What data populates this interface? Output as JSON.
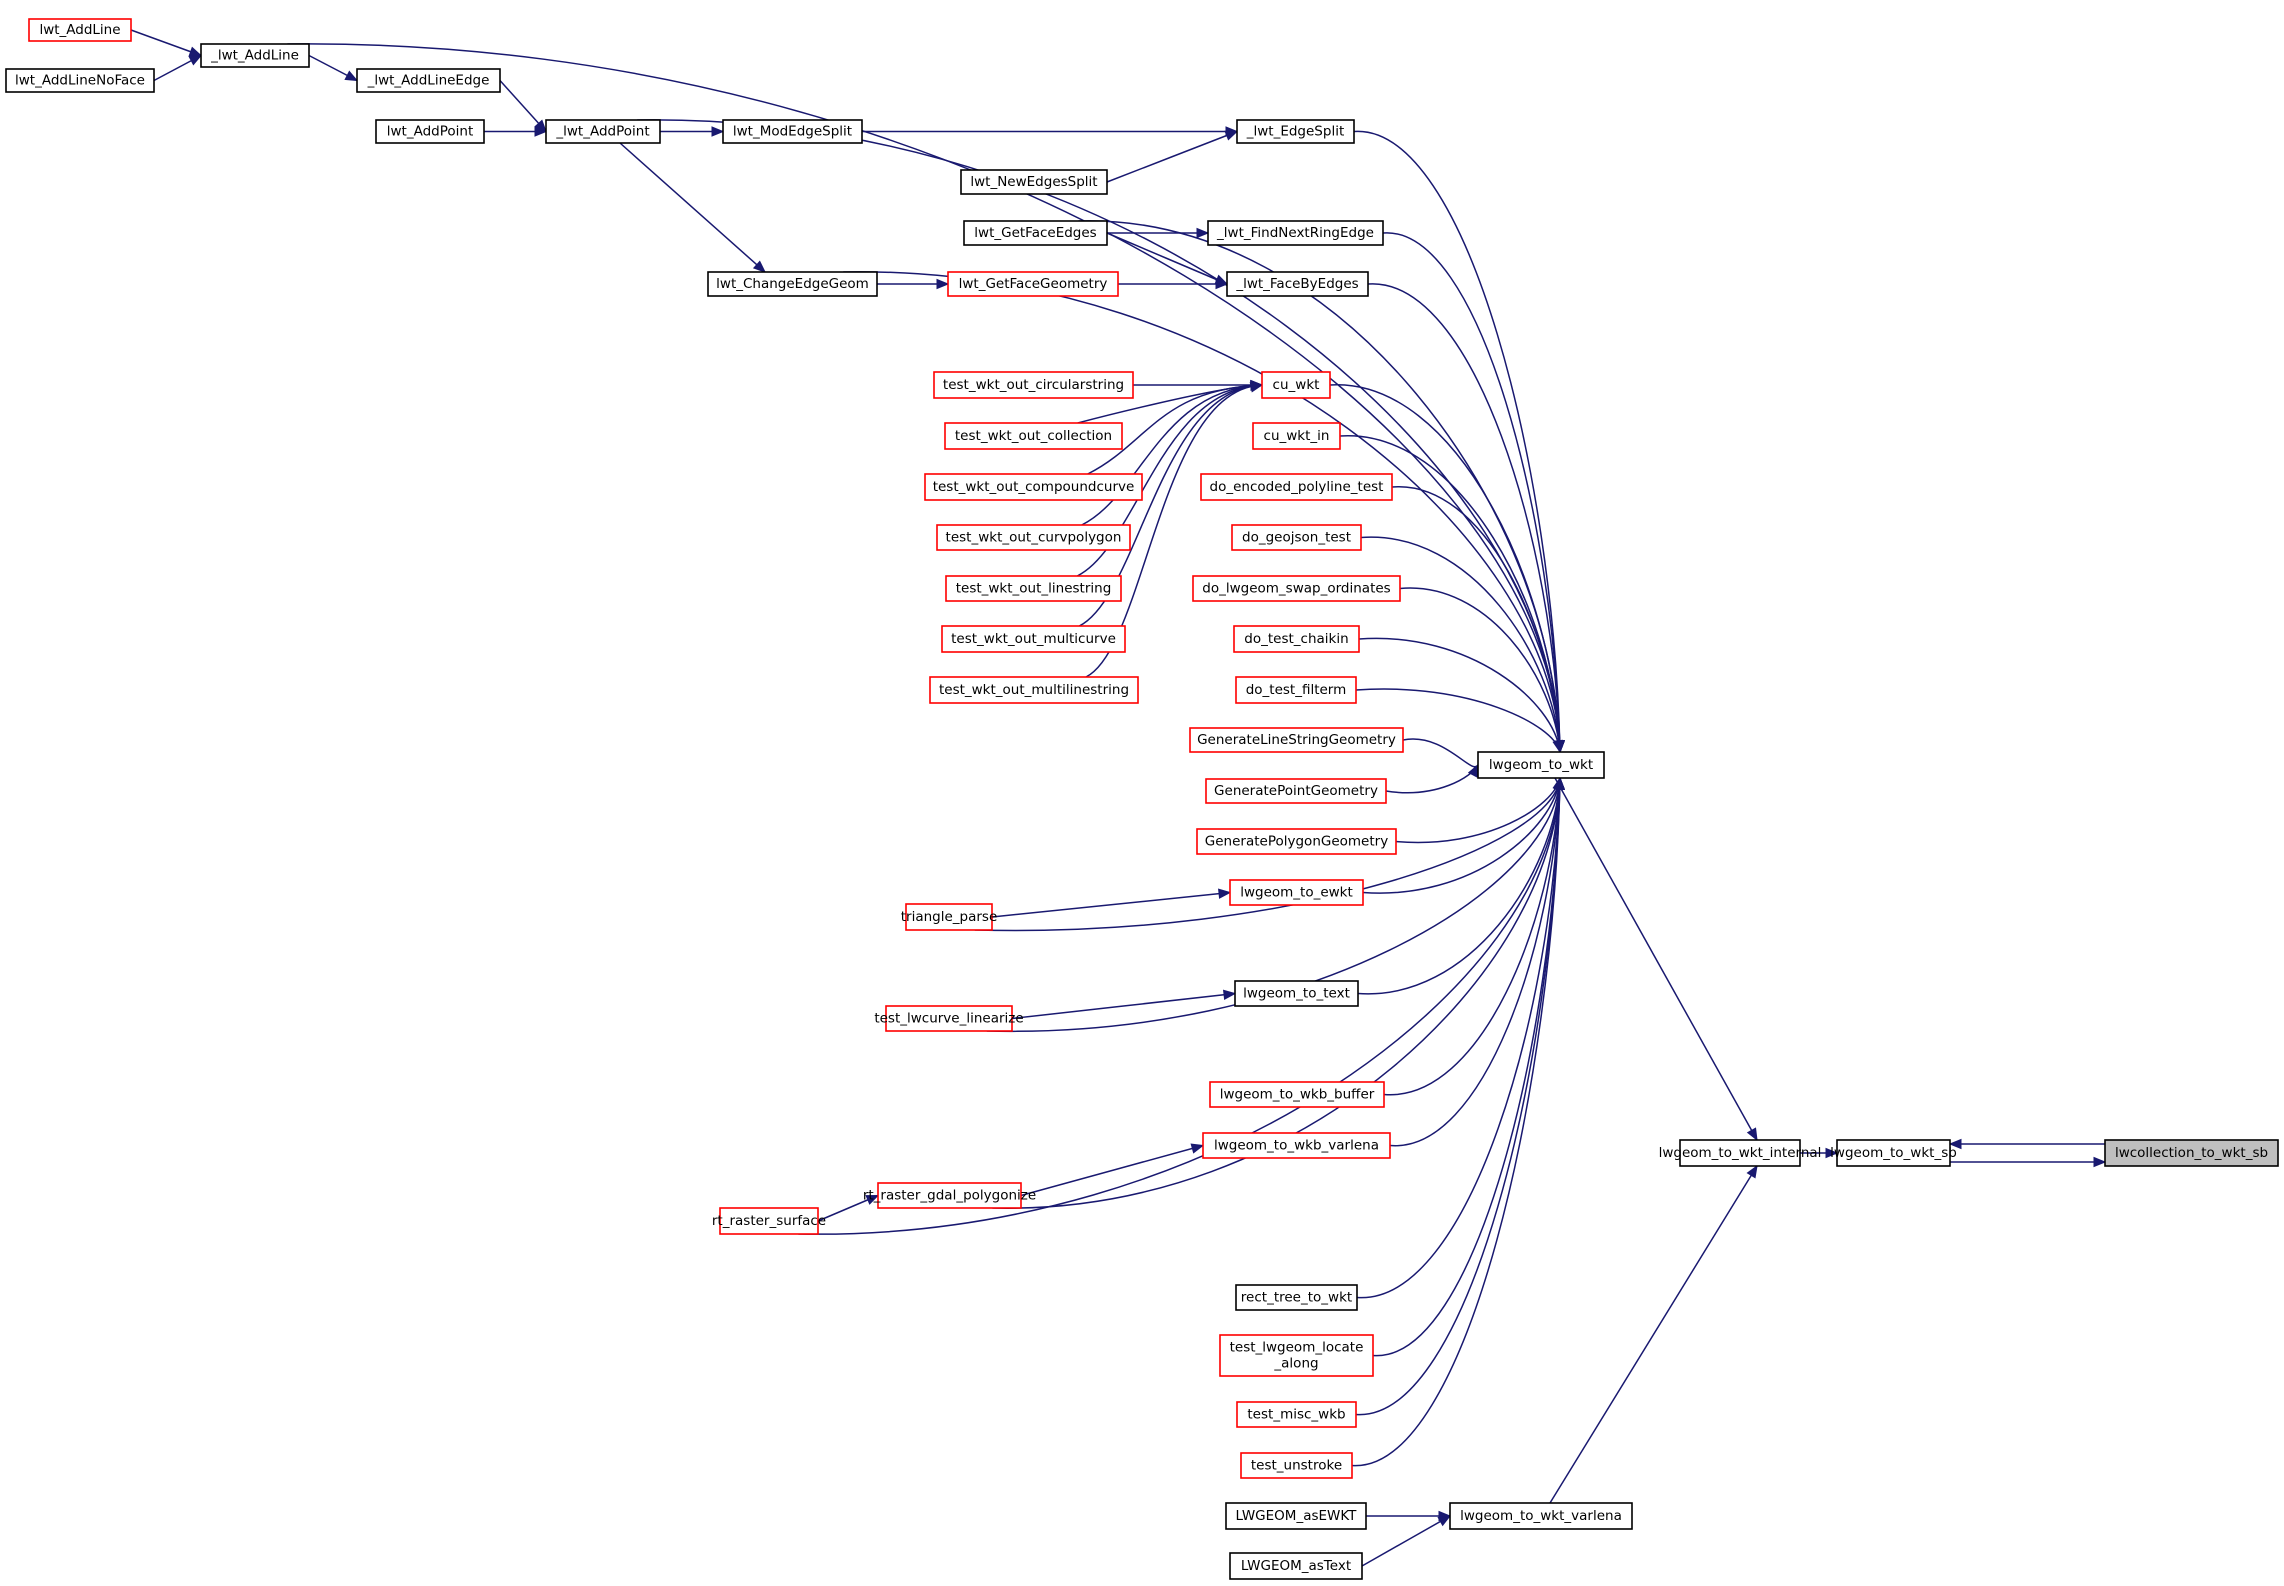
{
  "title": "lwcollection_to_wkt_sb caller graph",
  "colors": {
    "edge": "#191970",
    "red_border": "#ff0000",
    "black_border": "#000000",
    "focus_fill": "#bfbfbf"
  },
  "nodes": [
    {
      "id": "lwt_AddLine",
      "label": "lwt_AddLine",
      "style": "red"
    },
    {
      "id": "_lwt_AddLine",
      "label": "_lwt_AddLine",
      "style": "black"
    },
    {
      "id": "lwt_AddLineNoFace",
      "label": "lwt_AddLineNoFace",
      "style": "black"
    },
    {
      "id": "_lwt_AddLineEdge",
      "label": "_lwt_AddLineEdge",
      "style": "black"
    },
    {
      "id": "lwt_AddPoint",
      "label": "lwt_AddPoint",
      "style": "black"
    },
    {
      "id": "_lwt_AddPoint",
      "label": "_lwt_AddPoint",
      "style": "black"
    },
    {
      "id": "lwt_ModEdgeSplit",
      "label": "lwt_ModEdgeSplit",
      "style": "black"
    },
    {
      "id": "_lwt_EdgeSplit",
      "label": "_lwt_EdgeSplit",
      "style": "black"
    },
    {
      "id": "lwt_NewEdgesSplit",
      "label": "lwt_NewEdgesSplit",
      "style": "black"
    },
    {
      "id": "lwt_GetFaceEdges",
      "label": "lwt_GetFaceEdges",
      "style": "black"
    },
    {
      "id": "_lwt_FindNextRingEdge",
      "label": "_lwt_FindNextRingEdge",
      "style": "black"
    },
    {
      "id": "lwt_ChangeEdgeGeom",
      "label": "lwt_ChangeEdgeGeom",
      "style": "black"
    },
    {
      "id": "lwt_GetFaceGeometry",
      "label": "lwt_GetFaceGeometry",
      "style": "red"
    },
    {
      "id": "_lwt_FaceByEdges",
      "label": "_lwt_FaceByEdges",
      "style": "black"
    },
    {
      "id": "test_wkt_out_circularstring",
      "label": "test_wkt_out_circularstring",
      "style": "red"
    },
    {
      "id": "test_wkt_out_collection",
      "label": "test_wkt_out_collection",
      "style": "red"
    },
    {
      "id": "test_wkt_out_compoundcurve",
      "label": "test_wkt_out_compoundcurve",
      "style": "red"
    },
    {
      "id": "test_wkt_out_curvpolygon",
      "label": "test_wkt_out_curvpolygon",
      "style": "red"
    },
    {
      "id": "test_wkt_out_linestring",
      "label": "test_wkt_out_linestring",
      "style": "red"
    },
    {
      "id": "test_wkt_out_multicurve",
      "label": "test_wkt_out_multicurve",
      "style": "red"
    },
    {
      "id": "test_wkt_out_multilinestring",
      "label": "test_wkt_out_multilinestring",
      "style": "red"
    },
    {
      "id": "cu_wkt",
      "label": "cu_wkt",
      "style": "red"
    },
    {
      "id": "cu_wkt_in",
      "label": "cu_wkt_in",
      "style": "red"
    },
    {
      "id": "do_encoded_polyline_test",
      "label": "do_encoded_polyline_test",
      "style": "red"
    },
    {
      "id": "do_geojson_test",
      "label": "do_geojson_test",
      "style": "red"
    },
    {
      "id": "do_lwgeom_swap_ordinates",
      "label": "do_lwgeom_swap_ordinates",
      "style": "red"
    },
    {
      "id": "do_test_chaikin",
      "label": "do_test_chaikin",
      "style": "red"
    },
    {
      "id": "do_test_filterm",
      "label": "do_test_filterm",
      "style": "red"
    },
    {
      "id": "GenerateLineStringGeometry",
      "label": "GenerateLineStringGeometry",
      "style": "red"
    },
    {
      "id": "GeneratePointGeometry",
      "label": "GeneratePointGeometry",
      "style": "red"
    },
    {
      "id": "GeneratePolygonGeometry",
      "label": "GeneratePolygonGeometry",
      "style": "red"
    },
    {
      "id": "lwgeom_to_ewkt",
      "label": "lwgeom_to_ewkt",
      "style": "red"
    },
    {
      "id": "triangle_parse",
      "label": "triangle_parse",
      "style": "red"
    },
    {
      "id": "lwgeom_to_text",
      "label": "lwgeom_to_text",
      "style": "black"
    },
    {
      "id": "test_lwcurve_linearize",
      "label": "test_lwcurve_linearize",
      "style": "red"
    },
    {
      "id": "lwgeom_to_wkb_buffer",
      "label": "lwgeom_to_wkb_buffer",
      "style": "red"
    },
    {
      "id": "lwgeom_to_wkb_varlena",
      "label": "lwgeom_to_wkb_varlena",
      "style": "red"
    },
    {
      "id": "rt_raster_gdal_polygonize",
      "label": "rt_raster_gdal_polygonize",
      "style": "red"
    },
    {
      "id": "rt_raster_surface",
      "label": "rt_raster_surface",
      "style": "red"
    },
    {
      "id": "rect_tree_to_wkt",
      "label": "rect_tree_to_wkt",
      "style": "black"
    },
    {
      "id": "test_lwgeom_locate_along",
      "label": "test_lwgeom_locate\n_along",
      "style": "red"
    },
    {
      "id": "test_misc_wkb",
      "label": "test_misc_wkb",
      "style": "red"
    },
    {
      "id": "test_unstroke",
      "label": "test_unstroke",
      "style": "red"
    },
    {
      "id": "lwgeom_to_wkt",
      "label": "lwgeom_to_wkt",
      "style": "black"
    },
    {
      "id": "LWGEOM_asEWKT",
      "label": "LWGEOM_asEWKT",
      "style": "black"
    },
    {
      "id": "LWGEOM_asText",
      "label": "LWGEOM_asText",
      "style": "black"
    },
    {
      "id": "lwgeom_to_wkt_varlena",
      "label": "lwgeom_to_wkt_varlena",
      "style": "black"
    },
    {
      "id": "lwgeom_to_wkt_internal",
      "label": "lwgeom_to_wkt_internal",
      "style": "black"
    },
    {
      "id": "lwgeom_to_wkt_sb",
      "label": "lwgeom_to_wkt_sb",
      "style": "black"
    },
    {
      "id": "lwcollection_to_wkt_sb",
      "label": "lwcollection_to_wkt_sb",
      "style": "focus"
    }
  ],
  "edges": [
    [
      "lwt_AddLine",
      "_lwt_AddLine"
    ],
    [
      "lwt_AddLineNoFace",
      "_lwt_AddLine"
    ],
    [
      "_lwt_AddLine",
      "_lwt_AddLineEdge"
    ],
    [
      "_lwt_AddLine",
      "lwgeom_to_wkt"
    ],
    [
      "_lwt_AddLineEdge",
      "_lwt_AddPoint"
    ],
    [
      "lwt_AddPoint",
      "_lwt_AddPoint"
    ],
    [
      "_lwt_AddPoint",
      "lwt_ModEdgeSplit"
    ],
    [
      "_lwt_AddPoint",
      "lwt_ChangeEdgeGeom"
    ],
    [
      "_lwt_AddPoint",
      "lwgeom_to_wkt"
    ],
    [
      "lwt_ModEdgeSplit",
      "_lwt_EdgeSplit"
    ],
    [
      "lwt_NewEdgesSplit",
      "_lwt_EdgeSplit"
    ],
    [
      "_lwt_EdgeSplit",
      "lwgeom_to_wkt"
    ],
    [
      "lwt_GetFaceEdges",
      "_lwt_FindNextRingEdge"
    ],
    [
      "lwt_GetFaceEdges",
      "_lwt_FaceByEdges"
    ],
    [
      "lwt_GetFaceEdges",
      "lwgeom_to_wkt"
    ],
    [
      "_lwt_FindNextRingEdge",
      "lwgeom_to_wkt"
    ],
    [
      "lwt_ChangeEdgeGeom",
      "lwt_GetFaceGeometry"
    ],
    [
      "lwt_ChangeEdgeGeom",
      "lwgeom_to_wkt"
    ],
    [
      "lwt_GetFaceGeometry",
      "_lwt_FaceByEdges"
    ],
    [
      "_lwt_FaceByEdges",
      "lwgeom_to_wkt"
    ],
    [
      "test_wkt_out_circularstring",
      "cu_wkt"
    ],
    [
      "test_wkt_out_collection",
      "cu_wkt"
    ],
    [
      "test_wkt_out_compoundcurve",
      "cu_wkt"
    ],
    [
      "test_wkt_out_curvpolygon",
      "cu_wkt"
    ],
    [
      "test_wkt_out_linestring",
      "cu_wkt"
    ],
    [
      "test_wkt_out_multicurve",
      "cu_wkt"
    ],
    [
      "test_wkt_out_multilinestring",
      "cu_wkt"
    ],
    [
      "cu_wkt",
      "lwgeom_to_wkt"
    ],
    [
      "cu_wkt_in",
      "lwgeom_to_wkt"
    ],
    [
      "do_encoded_polyline_test",
      "lwgeom_to_wkt"
    ],
    [
      "do_geojson_test",
      "lwgeom_to_wkt"
    ],
    [
      "do_lwgeom_swap_ordinates",
      "lwgeom_to_wkt"
    ],
    [
      "do_test_chaikin",
      "lwgeom_to_wkt"
    ],
    [
      "do_test_filterm",
      "lwgeom_to_wkt"
    ],
    [
      "GenerateLineStringGeometry",
      "lwgeom_to_wkt"
    ],
    [
      "GeneratePointGeometry",
      "lwgeom_to_wkt"
    ],
    [
      "GeneratePolygonGeometry",
      "lwgeom_to_wkt"
    ],
    [
      "lwgeom_to_ewkt",
      "lwgeom_to_wkt"
    ],
    [
      "triangle_parse",
      "lwgeom_to_ewkt"
    ],
    [
      "triangle_parse",
      "lwgeom_to_wkt"
    ],
    [
      "lwgeom_to_text",
      "lwgeom_to_wkt"
    ],
    [
      "test_lwcurve_linearize",
      "lwgeom_to_text"
    ],
    [
      "test_lwcurve_linearize",
      "lwgeom_to_wkt"
    ],
    [
      "lwgeom_to_wkb_buffer",
      "lwgeom_to_wkt"
    ],
    [
      "lwgeom_to_wkb_varlena",
      "lwgeom_to_wkt"
    ],
    [
      "rt_raster_gdal_polygonize",
      "lwgeom_to_wkb_varlena"
    ],
    [
      "rt_raster_gdal_polygonize",
      "lwgeom_to_wkt"
    ],
    [
      "rt_raster_surface",
      "rt_raster_gdal_polygonize"
    ],
    [
      "rt_raster_surface",
      "lwgeom_to_wkt"
    ],
    [
      "rect_tree_to_wkt",
      "lwgeom_to_wkt"
    ],
    [
      "test_lwgeom_locate_along",
      "lwgeom_to_wkt"
    ],
    [
      "test_misc_wkb",
      "lwgeom_to_wkt"
    ],
    [
      "test_unstroke",
      "lwgeom_to_wkt"
    ],
    [
      "lwgeom_to_wkt",
      "lwgeom_to_wkt_internal"
    ],
    [
      "LWGEOM_asEWKT",
      "lwgeom_to_wkt_varlena"
    ],
    [
      "LWGEOM_asText",
      "lwgeom_to_wkt_varlena"
    ],
    [
      "lwgeom_to_wkt_varlena",
      "lwgeom_to_wkt_internal"
    ],
    [
      "lwgeom_to_wkt_internal",
      "lwgeom_to_wkt_sb"
    ],
    [
      "lwgeom_to_wkt_sb",
      "lwcollection_to_wkt_sb"
    ],
    [
      "lwcollection_to_wkt_sb",
      "lwgeom_to_wkt_sb"
    ]
  ]
}
